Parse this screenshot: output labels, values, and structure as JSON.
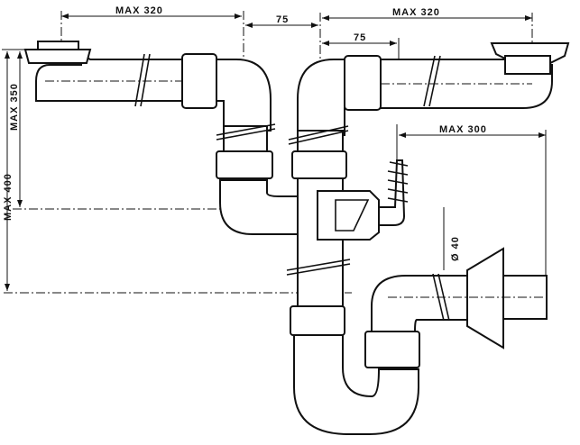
{
  "dimensions": {
    "left_sink_width": "MAX 320",
    "center_offset_top": "75",
    "right_sink_width": "MAX 320",
    "right_offset": "75",
    "outlet_distance": "MAX 300",
    "height_350": "MAX 350",
    "height_400": "MAX 400",
    "outlet_diameter": "Ø 40"
  }
}
